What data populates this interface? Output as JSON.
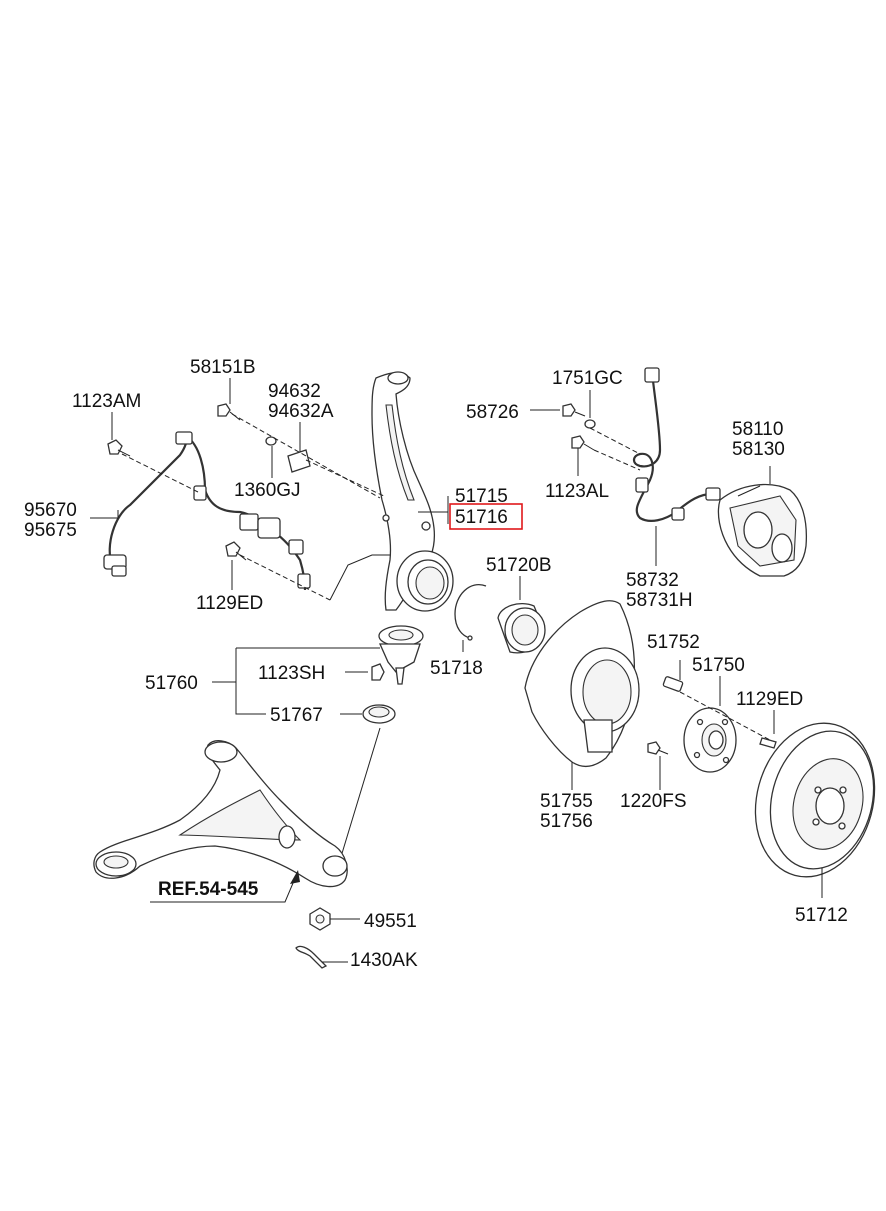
{
  "labels": {
    "p58151B": "58151B",
    "p94632": "94632",
    "p94632A": "94632A",
    "p1123AM": "1123AM",
    "p1360GJ": "1360GJ",
    "p95670": "95670",
    "p95675": "95675",
    "p1129ED_a": "1129ED",
    "p51715": "51715",
    "p51716": "51716",
    "p1751GC": "1751GC",
    "p58726": "58726",
    "p1123AL": "1123AL",
    "p58110": "58110",
    "p58130": "58130",
    "p58732": "58732",
    "p58731H": "58731H",
    "p51720B": "51720B",
    "p51718": "51718",
    "p51760": "51760",
    "p1123SH": "1123SH",
    "p51767": "51767",
    "p51752": "51752",
    "p51750": "51750",
    "p1129ED_b": "1129ED",
    "p51755": "51755",
    "p51756": "51756",
    "p1220FS": "1220FS",
    "p51712": "51712",
    "ref": "REF.54-545",
    "p49551": "49551",
    "p1430AK": "1430AK"
  },
  "highlight": {
    "part": "51716",
    "color": "#e0181b"
  }
}
